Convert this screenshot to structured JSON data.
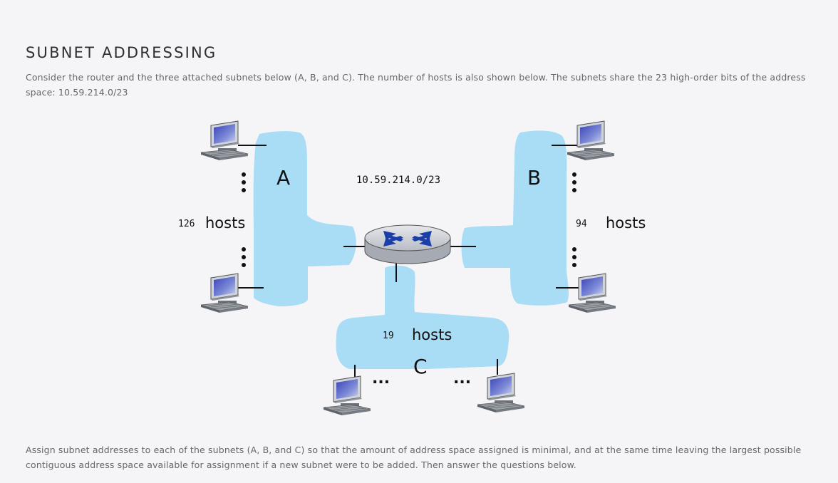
{
  "page": {
    "title": "SUBNET ADDRESSING",
    "intro": "Consider the router and the three attached subnets below (A, B, and C). The number of hosts is also shown below. The subnets share the 23 high-order bits of the address space: 10.59.214.0/23",
    "instructions": "Assign subnet addresses to each of the subnets (A, B, and C) so that the amount of address space assigned is minimal, and at the same time leaving the largest possible contiguous address space available for assignment if a new subnet were to be added. Then answer the questions below."
  },
  "diagram": {
    "network_address": "10.59.214.0/23",
    "hosts_word": "hosts",
    "ellipsis": "...",
    "subnets": {
      "A": {
        "label": "A",
        "hosts": "126"
      },
      "B": {
        "label": "B",
        "hosts": "94"
      },
      "C": {
        "label": "C",
        "hosts": "19"
      }
    },
    "colors": {
      "subnet_fill": "#a9dcf5",
      "router_body": "#c9ccd2",
      "router_arrows": "#1a3fa8"
    },
    "icons": [
      "router-icon",
      "computer-icon"
    ]
  }
}
